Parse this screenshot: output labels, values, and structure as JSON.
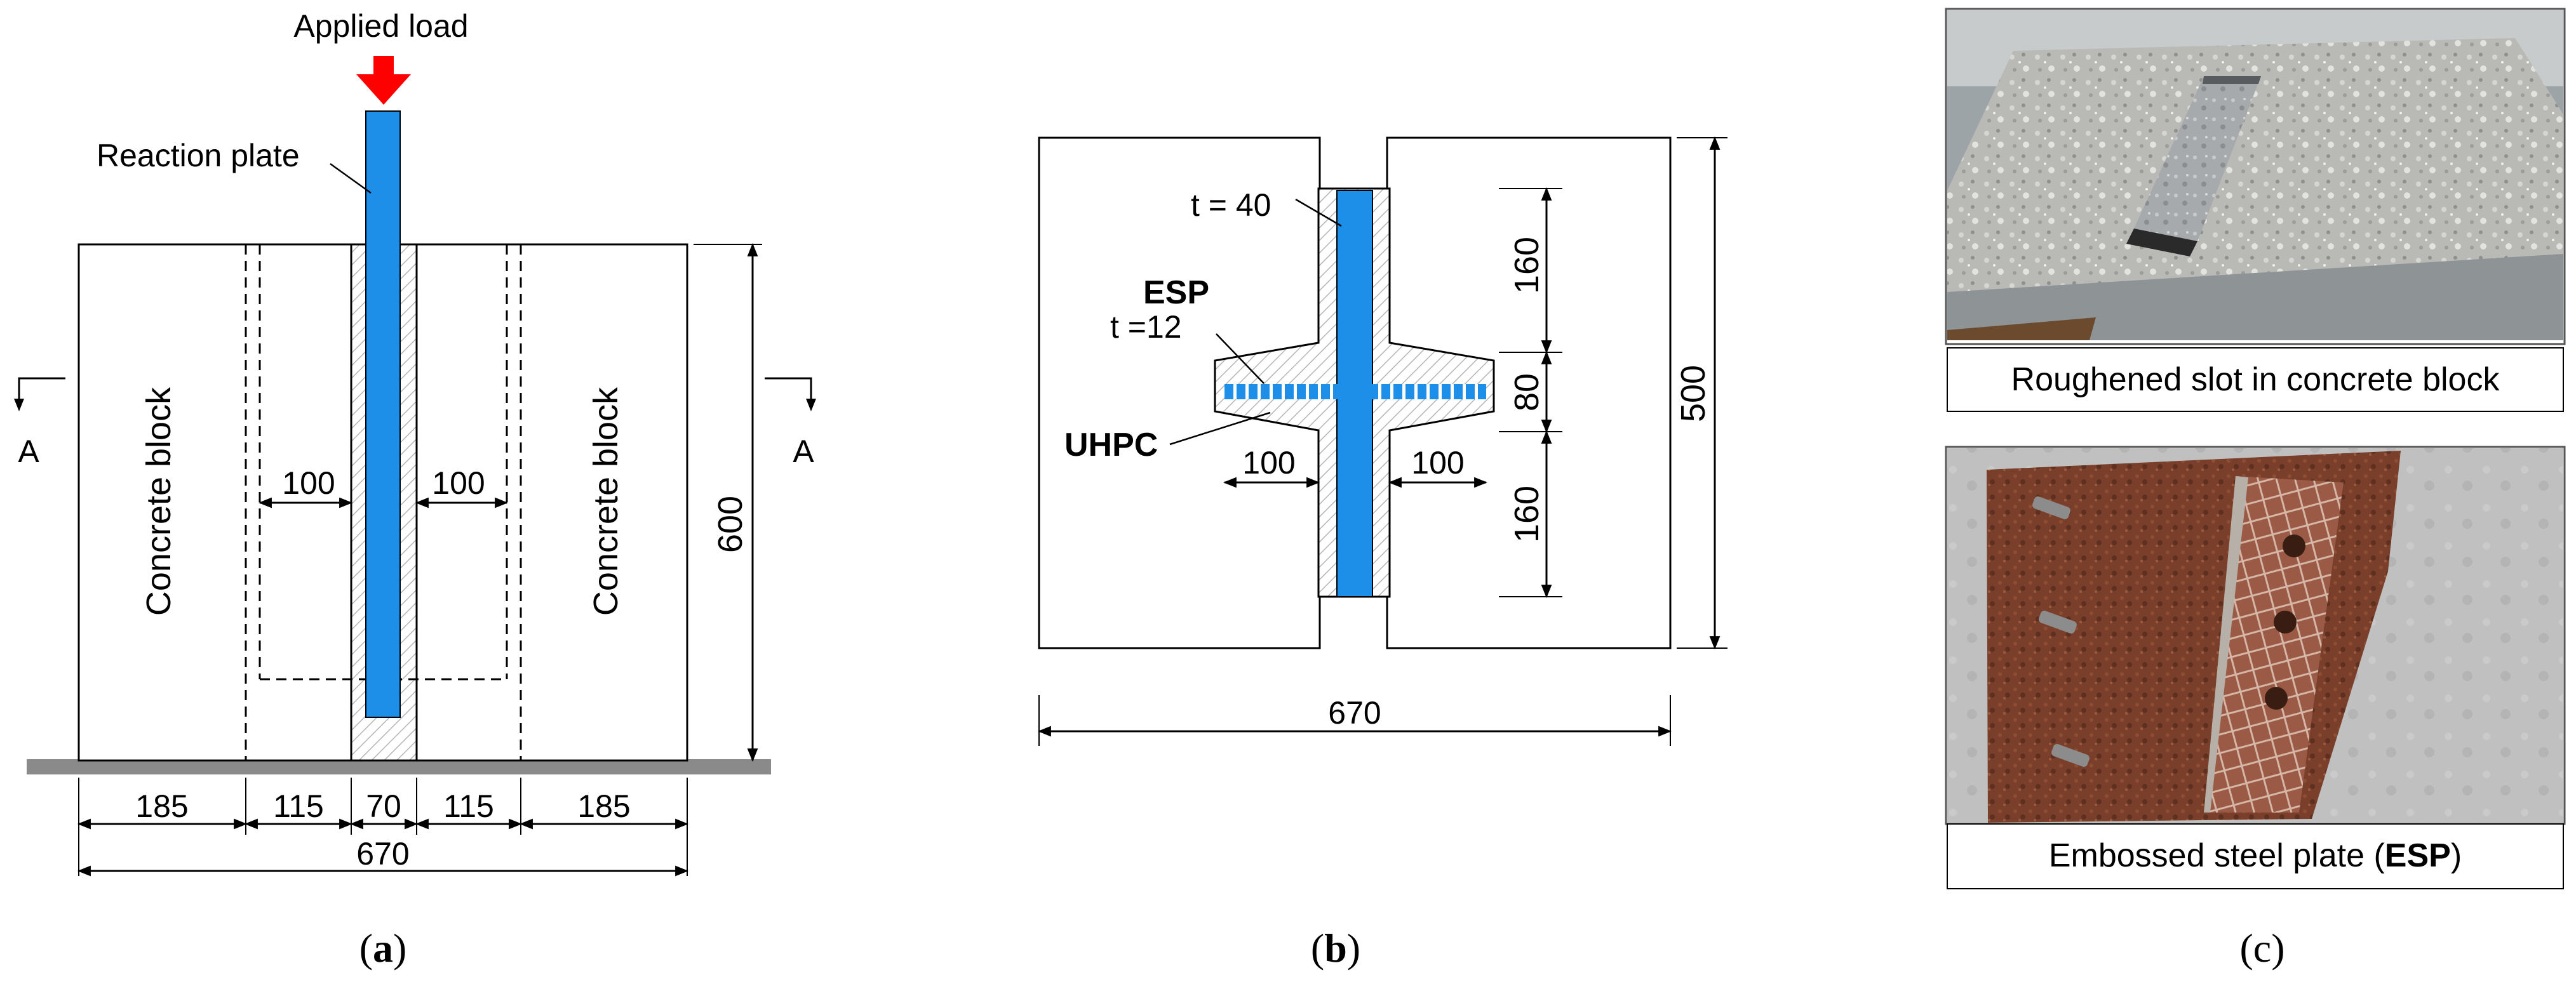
{
  "panel_a": {
    "applied_load": "Applied load",
    "reaction_plate": "Reaction plate",
    "concrete_block_left": "Concrete block",
    "concrete_block_right": "Concrete block",
    "section_left": "A",
    "section_right": "A",
    "gap_left": "100",
    "gap_right": "100",
    "height": "600",
    "dims": [
      "185",
      "115",
      "70",
      "115",
      "185"
    ],
    "total_width": "670",
    "caption_open": "(",
    "caption_letter": "a",
    "caption_close": ")"
  },
  "panel_b": {
    "t40": "t = 40",
    "esp": "ESP",
    "t12": "t =12",
    "uhpc": "UHPC",
    "dim_left": "100",
    "dim_right": "100",
    "dim_top": "160",
    "dim_mid": "80",
    "dim_bottom": "160",
    "height": "500",
    "total_width": "670",
    "caption_open": "(",
    "caption_letter": "b",
    "caption_close": ")"
  },
  "panel_c": {
    "photo1_caption": "Roughened slot in concrete block",
    "photo2_caption_pre": "Embossed steel plate (",
    "photo2_caption_bold": "ESP",
    "photo2_caption_post": ")",
    "caption": "(c)"
  },
  "colors": {
    "steel_blue": "#1E8FE8",
    "load_red": "#FF0000",
    "ground_gray": "#8A8A8A",
    "hatch": "#B8B8B8"
  }
}
